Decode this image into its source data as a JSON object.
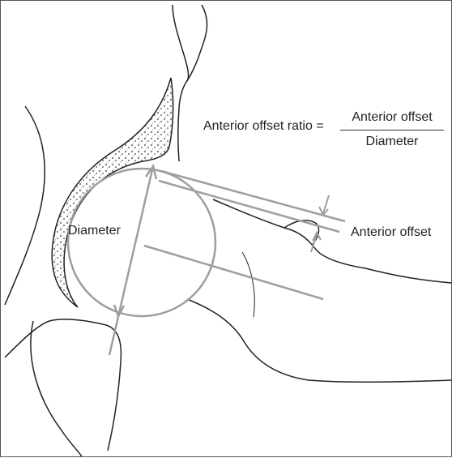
{
  "formula": {
    "lhs": "Anterior offset ratio =",
    "numerator": "Anterior offset",
    "denominator": "Diameter"
  },
  "labels": {
    "diameter": "Diameter",
    "anterior_offset": "Anterior offset"
  },
  "colors": {
    "measurement_lines": "#9e9e9e",
    "bone_outline": "#222222",
    "text": "#222222"
  }
}
